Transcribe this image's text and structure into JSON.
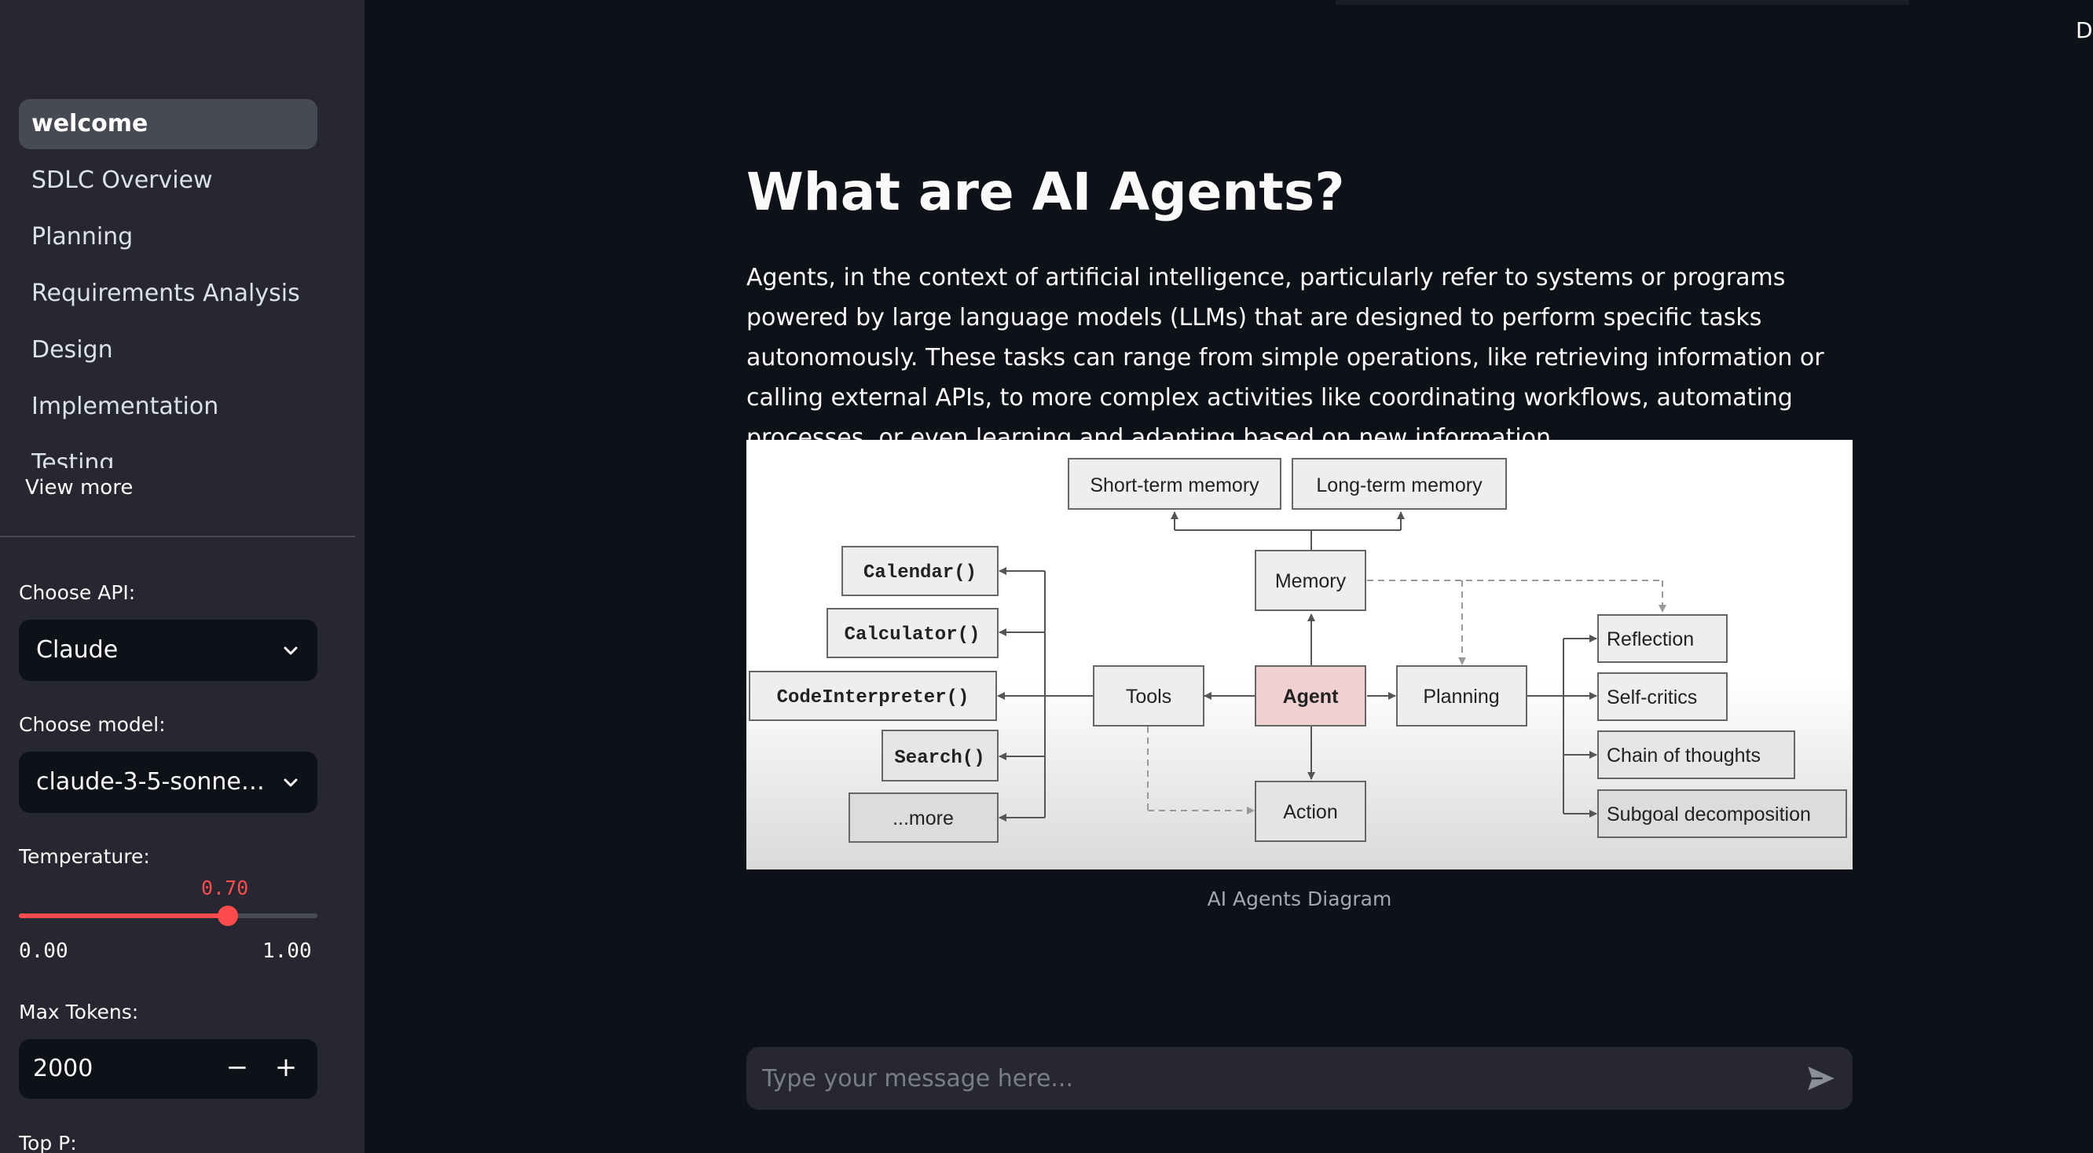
{
  "sidebar": {
    "nav_items": [
      {
        "label": "welcome",
        "active": true
      },
      {
        "label": "SDLC Overview"
      },
      {
        "label": "Planning"
      },
      {
        "label": "Requirements Analysis"
      },
      {
        "label": "Design"
      },
      {
        "label": "Implementation"
      },
      {
        "label": "Testing"
      }
    ],
    "view_more": "View more",
    "api": {
      "label": "Choose API:",
      "value": "Claude"
    },
    "model": {
      "label": "Choose model:",
      "value": "claude-3-5-sonne…"
    },
    "temperature": {
      "label": "Temperature:",
      "value": "0.70",
      "fraction": 0.7,
      "min": "0.00",
      "max": "1.00"
    },
    "max_tokens": {
      "label": "Max Tokens:",
      "value": "2000",
      "minus": "−",
      "plus": "+"
    },
    "top_p": {
      "label": "Top P:"
    }
  },
  "header": {
    "deploy": "Deploy"
  },
  "main": {
    "title": "What are AI Agents?",
    "intro": "Agents, in the context of artificial intelligence, particularly refer to systems or programs powered by large language models (LLMs) that are designed to perform specific tasks autonomously. These tasks can range from simple operations, like retrieving information or calling external APIs, to more complex activities like coordinating workflows, automating processes, or even learning and adapting based on new information.",
    "figure_caption": "AI Agents Diagram",
    "diagram": {
      "short_term_memory": "Short-term memory",
      "long_term_memory": "Long-term memory",
      "memory": "Memory",
      "tools": "Tools",
      "agent": "Agent",
      "planning": "Planning",
      "action": "Action",
      "calendar": "Calendar()",
      "calculator": "Calculator()",
      "code_interpreter": "CodeInterpreter()",
      "search": "Search()",
      "more": "...more",
      "reflection": "Reflection",
      "self_critics": "Self-critics",
      "chain_of_thoughts": "Chain of thoughts",
      "subgoal_decomposition": "Subgoal decomposition"
    }
  },
  "chat": {
    "placeholder": "Type your message here..."
  },
  "colors": {
    "accent": "#ff4b4b",
    "background": "#0e1117",
    "sidebar": "#262730",
    "agent_box": "#f1d0d2"
  }
}
